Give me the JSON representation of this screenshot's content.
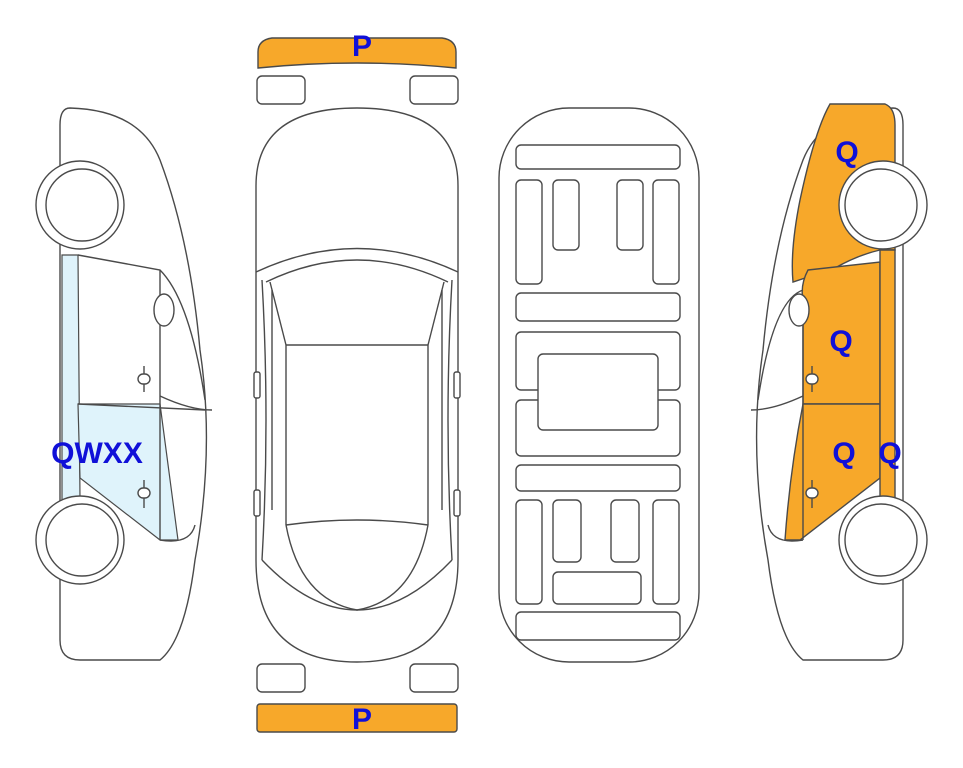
{
  "colors": {
    "damage_orange": "#f7a82a",
    "glass_blue": "#dff3fb",
    "label_blue": "#1010d8",
    "outline": "#4a4a4a"
  },
  "labels": {
    "front_bumper": "P",
    "rear_bumper": "P",
    "left_glass": "QWXX",
    "right_quarter": "Q",
    "right_front_door": "Q",
    "right_rear_door": "Q",
    "right_pillar": "Q"
  }
}
